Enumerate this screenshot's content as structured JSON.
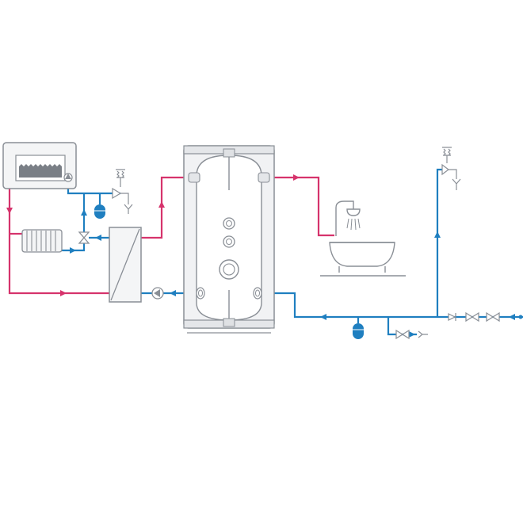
{
  "diagram": {
    "labels": [],
    "colors": {
      "hot_water": "#d6336c",
      "cold_water": "#1f7fc0",
      "outline": "#8a8f96",
      "tank_fill": "#f1f2f4",
      "device_fill": "#f4f5f6",
      "background": "#ffffff"
    },
    "components": [
      {
        "id": "boiler",
        "icon": "boiler-icon"
      },
      {
        "id": "radiator",
        "icon": "radiator-icon"
      },
      {
        "id": "plate-heat-exchanger",
        "icon": "heat-exchanger-icon"
      },
      {
        "id": "storage-tank",
        "icon": "water-tank-icon"
      },
      {
        "id": "bathtub-with-shower",
        "icon": "bathtub-icon"
      },
      {
        "id": "expansion-vessel-heating",
        "icon": "expansion-vessel-icon"
      },
      {
        "id": "expansion-vessel-cold",
        "icon": "expansion-vessel-icon"
      },
      {
        "id": "circulation-pump",
        "icon": "pump-icon"
      },
      {
        "id": "safety-valves",
        "icon": "safety-valve-icon"
      },
      {
        "id": "inlet-valves",
        "icon": "valve-icon"
      },
      {
        "id": "three-way-valve",
        "icon": "three-way-valve-icon"
      }
    ]
  }
}
